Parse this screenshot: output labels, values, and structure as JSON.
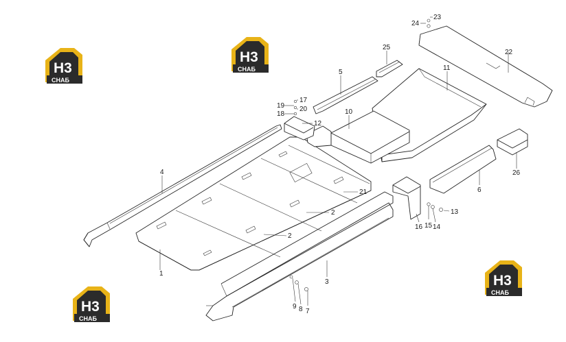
{
  "brand": {
    "logo_letters": "H3",
    "logo_word": "СНАБ",
    "colors": {
      "gold": "#e8b318",
      "dark": "#2b2b2b",
      "white": "#ffffff"
    }
  },
  "labels": {
    "p1": "1",
    "p2a": "2",
    "p2b": "2",
    "p3": "3",
    "p4": "4",
    "p5": "5",
    "p6": "6",
    "p7": "7",
    "p8": "8",
    "p9": "9",
    "p10": "10",
    "p11": "11",
    "p12": "12",
    "p13": "13",
    "p14": "14",
    "p15": "15",
    "p16": "16",
    "p17": "17",
    "p18": "18",
    "p19": "19",
    "p20": "20",
    "p21": "21",
    "p22": "22",
    "p23": "23",
    "p24": "24",
    "p25": "25",
    "p26": "26"
  }
}
